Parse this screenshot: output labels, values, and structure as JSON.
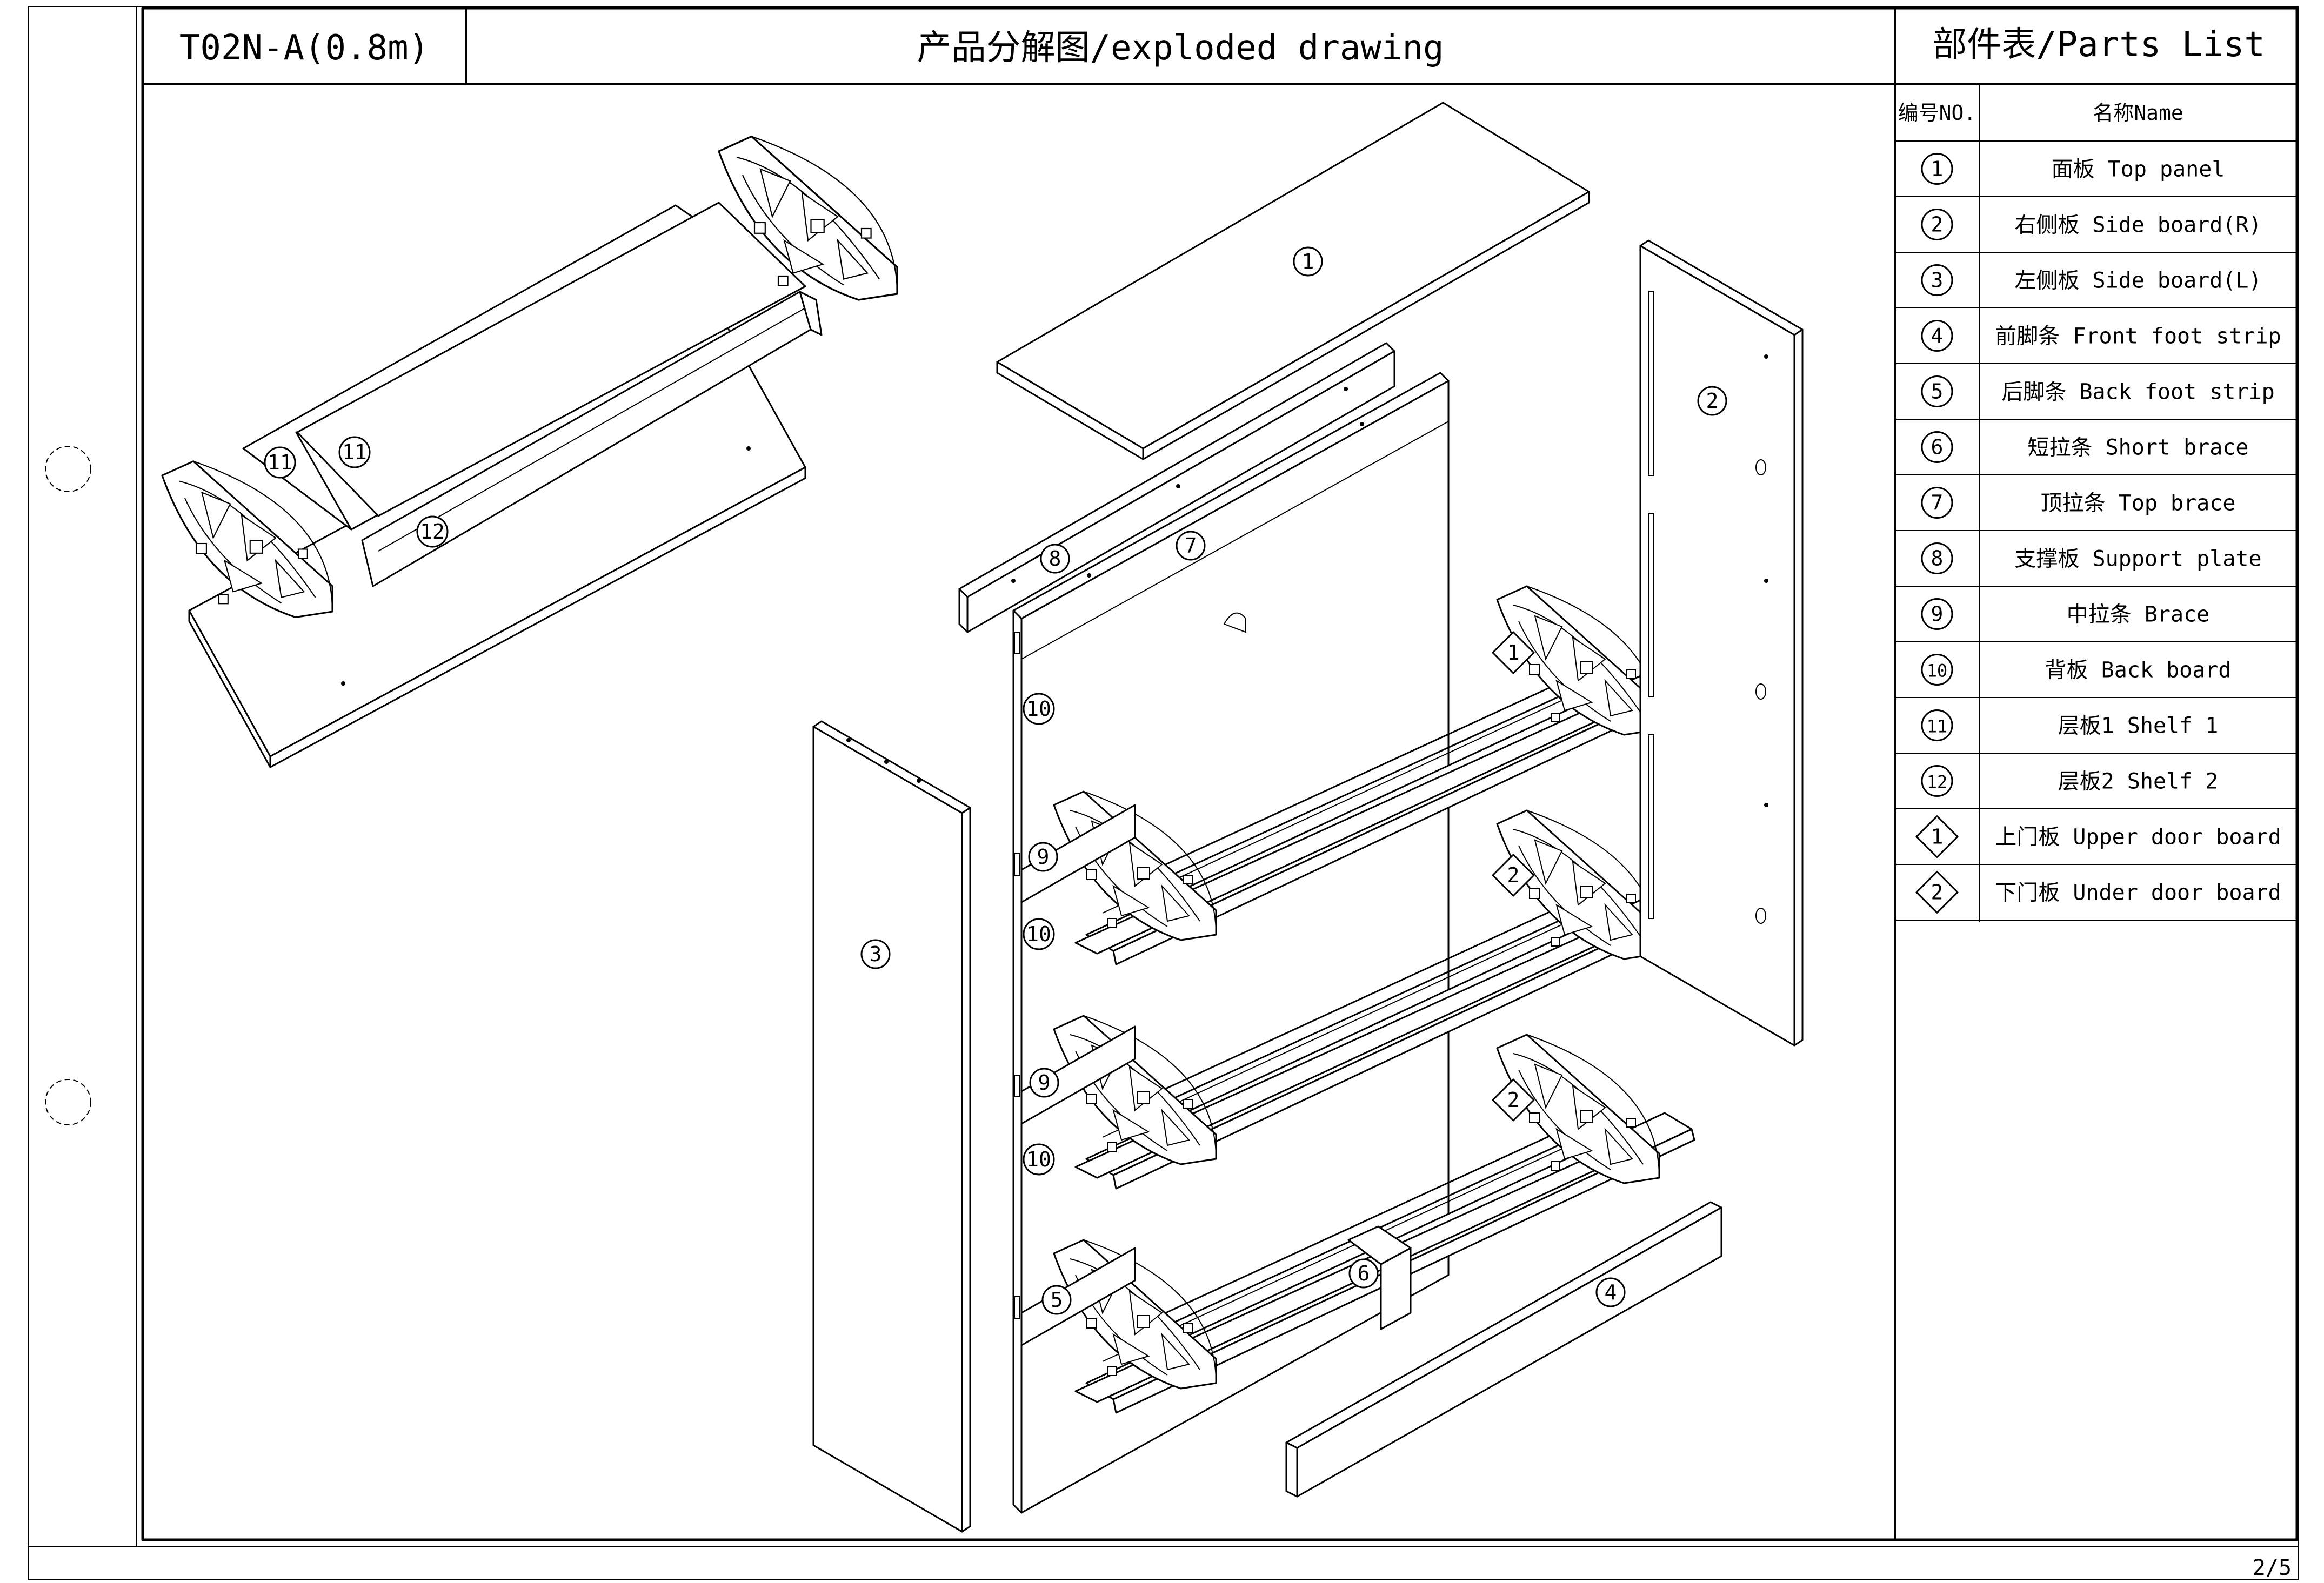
{
  "header": {
    "model": "T02N-A(0.8m)",
    "title": "产品分解图/exploded drawing",
    "parts_title": "部件表/Parts List"
  },
  "table": {
    "col_no": "编号NO.",
    "col_name": "名称Name",
    "rows": [
      {
        "no": "1",
        "name": "面板 Top panel",
        "shape": "circle"
      },
      {
        "no": "2",
        "name": "右侧板 Side board(R)",
        "shape": "circle"
      },
      {
        "no": "3",
        "name": "左侧板 Side board(L)",
        "shape": "circle"
      },
      {
        "no": "4",
        "name": "前脚条 Front foot strip",
        "shape": "circle"
      },
      {
        "no": "5",
        "name": "后脚条 Back foot strip",
        "shape": "circle"
      },
      {
        "no": "6",
        "name": "短拉条 Short brace",
        "shape": "circle"
      },
      {
        "no": "7",
        "name": "顶拉条 Top brace",
        "shape": "circle"
      },
      {
        "no": "8",
        "name": "支撑板 Support plate",
        "shape": "circle"
      },
      {
        "no": "9",
        "name": "中拉条 Brace",
        "shape": "circle"
      },
      {
        "no": "10",
        "name": "背板 Back board",
        "shape": "circle"
      },
      {
        "no": "11",
        "name": "层板1 Shelf 1",
        "shape": "circle"
      },
      {
        "no": "12",
        "name": "层板2 Shelf 2",
        "shape": "circle"
      },
      {
        "no": "1",
        "name": "上门板 Upper door board",
        "shape": "diamond"
      },
      {
        "no": "2",
        "name": "下门板 Under door board",
        "shape": "diamond"
      }
    ]
  },
  "callouts": {
    "c1": "1",
    "c2": "2",
    "c3": "3",
    "c4": "4",
    "c5": "5",
    "c6": "6",
    "c7": "7",
    "c8": "8",
    "c9a": "9",
    "c9b": "9",
    "c10a": "10",
    "c10b": "10",
    "c10c": "10",
    "c11a": "11",
    "c11b": "11",
    "c12": "12",
    "d1": "1",
    "d2a": "2",
    "d2b": "2"
  },
  "page_number": "2/5"
}
